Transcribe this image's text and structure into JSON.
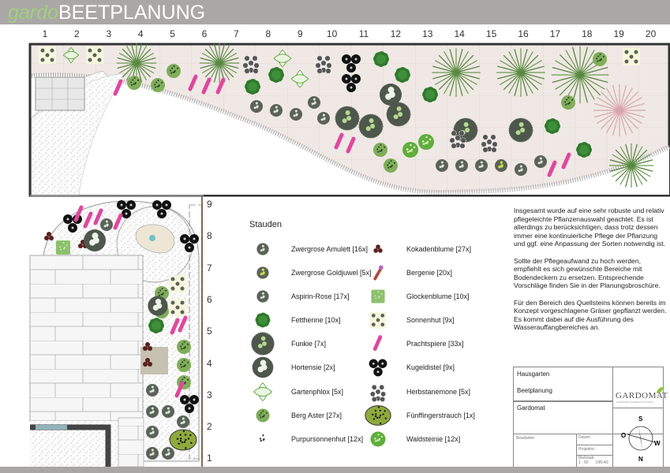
{
  "header": {
    "brand_prefix": "gardo",
    "brand_title": "BEETPLANUNG"
  },
  "grid": {
    "columns": [
      "1",
      "2",
      "3",
      "4",
      "5",
      "6",
      "7",
      "8",
      "9",
      "10",
      "11",
      "12",
      "13",
      "14",
      "15",
      "16",
      "17",
      "18",
      "19",
      "20"
    ],
    "rows": [
      "9",
      "8",
      "7",
      "6",
      "5",
      "4",
      "3",
      "2",
      "1"
    ]
  },
  "legend": {
    "title": "Stauden",
    "left": [
      {
        "label": "Zwergrose Amulett [16x]",
        "icon": "zwergrose-amulett-icon"
      },
      {
        "label": "Zwergrose Goldjuwel [5x]",
        "icon": "zwergrose-goldjuwel-icon"
      },
      {
        "label": "Aspirin-Rose [17x]",
        "icon": "aspirin-rose-icon"
      },
      {
        "label": "Fetthenne [10x]",
        "icon": "fetthenne-icon"
      },
      {
        "label": "Funkie [7x]",
        "icon": "funkie-icon"
      },
      {
        "label": "Hortensie [2x]",
        "icon": "hortensie-icon"
      },
      {
        "label": "Gartenphlox [5x]",
        "icon": "gartenphlox-icon"
      },
      {
        "label": "Berg Aster [27x]",
        "icon": "berg-aster-icon"
      },
      {
        "label": "Purpursonnenhut [12x]",
        "icon": "purpursonnenhut-icon"
      }
    ],
    "right": [
      {
        "label": "Kokadenblume [27x]",
        "icon": "kokadenblume-icon"
      },
      {
        "label": "Bergenie [20x]",
        "icon": "bergenie-icon"
      },
      {
        "label": "Glockenblume [10x]",
        "icon": "glockenblume-icon"
      },
      {
        "label": "Sonnenhut [9x]",
        "icon": "sonnenhut-icon"
      },
      {
        "label": "Prachtspiere [33x]",
        "icon": "prachtspiere-icon"
      },
      {
        "label": "Kugeldistel [9x]",
        "icon": "kugeldistel-icon"
      },
      {
        "label": "Herbstanemone [5x]",
        "icon": "herbstanemone-icon"
      },
      {
        "label": "Fünffingerstrauch [1x]",
        "icon": "fuenffingerstrauch-icon"
      },
      {
        "label": "Waldsteinie [12x]",
        "icon": "waldsteinie-icon"
      }
    ]
  },
  "notes": [
    "Insgesamt wurde auf eine sehr robuste und relativ pflegeleichte Pflanzenauswahl geachtet. Es ist allerdings zu berücksichtigen, dass trotz dessen immer eine kontinuierliche Pflege der Pflanzung und ggf. eine Anpassung der Sorten notwendig ist.",
    "Sollte der Pflegeaufwand zu hoch werden, empfiehlt es sich gewünschte Bereiche mit Bodendeckern zu ersetzen. Entsprechende Vorschläge finden Sie in der Planungsbroschüre.",
    "Für den Bereich des Quellsteins können bereits im Konzept vorgeschlagene Gräser gepflanzt werden. Es kommt dabei auf die Ausführung des Wasserauffangbereiches an."
  ],
  "titleblock": {
    "project": "Hausgarten",
    "subject": "Beetplanung",
    "client": "Gardomat",
    "logo": "GARDOMAT",
    "logo_tagline": "GARDOMAT GARDEN PLANNING",
    "bearbeiter_label": "Bearbeiter:",
    "datum_label": "Datum:",
    "projektnr_label": "Projektnr.:",
    "massstab_label": "Maßstab:",
    "massstab_value": "1 : 50",
    "format": "DIN A3",
    "compass": {
      "s": "S",
      "o": "O",
      "w": "W",
      "n": "N"
    }
  },
  "colors": {
    "header": "#aaa8a6",
    "brand_green": "#9fd07f",
    "rose": "#5b6359",
    "pink": "#e0479e",
    "aster": "#7fae5a",
    "dark": "#111111"
  }
}
